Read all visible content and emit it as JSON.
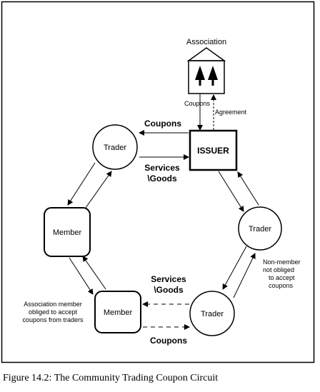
{
  "association": {
    "title": "Association",
    "coupons_label": "Coupons",
    "agreement_label": "Agreement"
  },
  "issuer": {
    "label": "ISSUER"
  },
  "top_flow": {
    "coupons": "Coupons",
    "services_line1": "Services",
    "services_line2": "\\Goods"
  },
  "bottom_flow": {
    "services_line1": "Services",
    "services_line2": "\\Goods",
    "coupons": "Coupons"
  },
  "nodes": {
    "trader_top": "Trader",
    "trader_right": "Trader",
    "trader_bottom": "Trader",
    "member_left": "Member",
    "member_bottom": "Member"
  },
  "notes": {
    "nonmember": [
      "Non-member",
      "not obliged",
      "to accept",
      "coupons"
    ],
    "member": [
      "Association member",
      "obliged to accept",
      "coupons from traders"
    ]
  },
  "caption": "Figure 14.2: The Community Trading Coupon Circuit"
}
